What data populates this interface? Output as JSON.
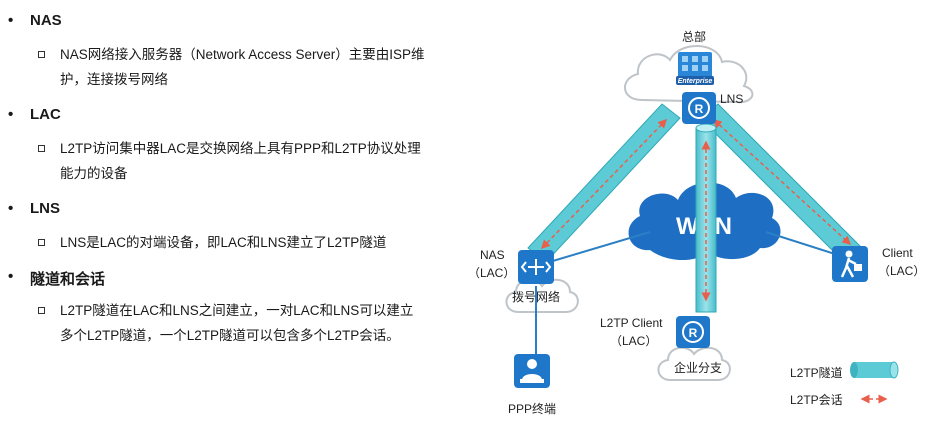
{
  "bullets": [
    {
      "title": "NAS",
      "lines": [
        "NAS网络接入服务器（Network Access Server）主要由ISP维",
        "护，连接拨号网络"
      ]
    },
    {
      "title": "LAC",
      "lines": [
        "L2TP访问集中器LAC是交换网络上具有PPP和L2TP协议处理",
        "能力的设备"
      ]
    },
    {
      "title": "LNS",
      "lines": [
        "LNS是LAC的对端设备，即LAC和LNS建立了L2TP隧道"
      ]
    },
    {
      "title": "隧道和会话",
      "lines": [
        "L2TP隧道在LAC和LNS之间建立，一对LAC和LNS可以建立",
        "多个L2TP隧道，一个L2TP隧道可以包含多个L2TP会话。"
      ]
    }
  ],
  "diagram": {
    "hq_label": "总部",
    "enterprise_text": "Enterprise",
    "lns_label": "LNS",
    "wan_text": "WAN",
    "nas_label_1": "NAS",
    "nas_label_2": "（LAC）",
    "dialup_label": "拨号网络",
    "ppp_label": "PPP终端",
    "branch_lac_label_1": "L2TP Client",
    "branch_lac_label_2": "（LAC）",
    "branch_label": "企业分支",
    "client_label_1": "Client",
    "client_label_2": "（LAC）",
    "legend_tunnel": "L2TP隧道",
    "legend_session": "L2TP会话"
  },
  "colors": {
    "tunnel": "#5ccbd6",
    "tunnel_edge": "#2fa8b5",
    "session": "#e8604c",
    "device": "#1f77c9",
    "link": "#2b7fc4",
    "cloud_wan": "#1e6fc4",
    "cloud_light": "#ffffff"
  },
  "icons": [
    "router-icon",
    "access-server-icon",
    "walking-user-icon",
    "pc-user-icon",
    "enterprise-building-icon",
    "cloud-icon"
  ]
}
